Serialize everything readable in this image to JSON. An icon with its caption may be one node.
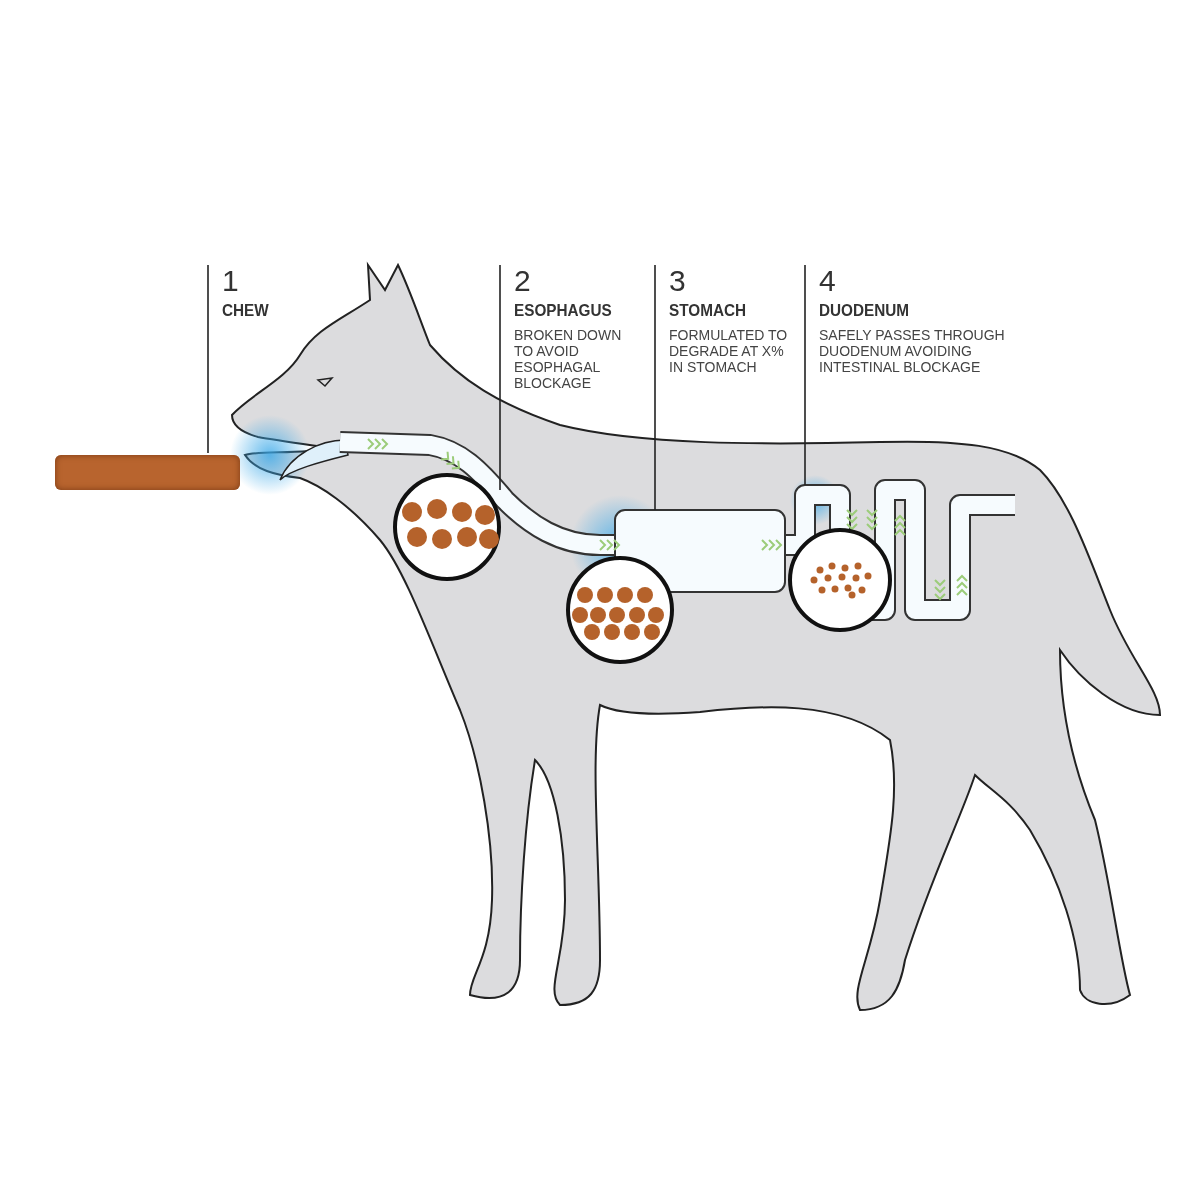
{
  "diagram": {
    "nodes": [
      {
        "text": [
          "1",
          "CHEW"
        ]
      },
      {
        "text": [],
        "shape": "bar"
      },
      {
        "text": [
          "2",
          "ESOPHAGUS",
          "BROKEN DOWN TO AVOID ESOPHAGAL BLOCKAGE"
        ]
      },
      {
        "text": [],
        "shape": "tube"
      },
      {
        "text": [
          "3",
          "STOMACH",
          "FORMULATED TO DEGRADE AT X% IN STOMACH"
        ]
      },
      {
        "text": [],
        "shape": "box"
      },
      {
        "text": [
          "4",
          "DUODENUM",
          "SAFELY PASSES THROUGH DUODENUM AVOIDING INTESTINAL BLOCKAGE"
        ]
      },
      {
        "text": [],
        "shape": "tube"
      }
    ],
    "edges": [
      {
        "from": 0,
        "to": 1,
        "arrow": "none"
      },
      {
        "from": 2,
        "to": 3,
        "arrow": "none"
      },
      {
        "from": 4,
        "to": 5,
        "arrow": "none"
      },
      {
        "from": 6,
        "to": 7,
        "arrow": "none"
      }
    ]
  }
}
